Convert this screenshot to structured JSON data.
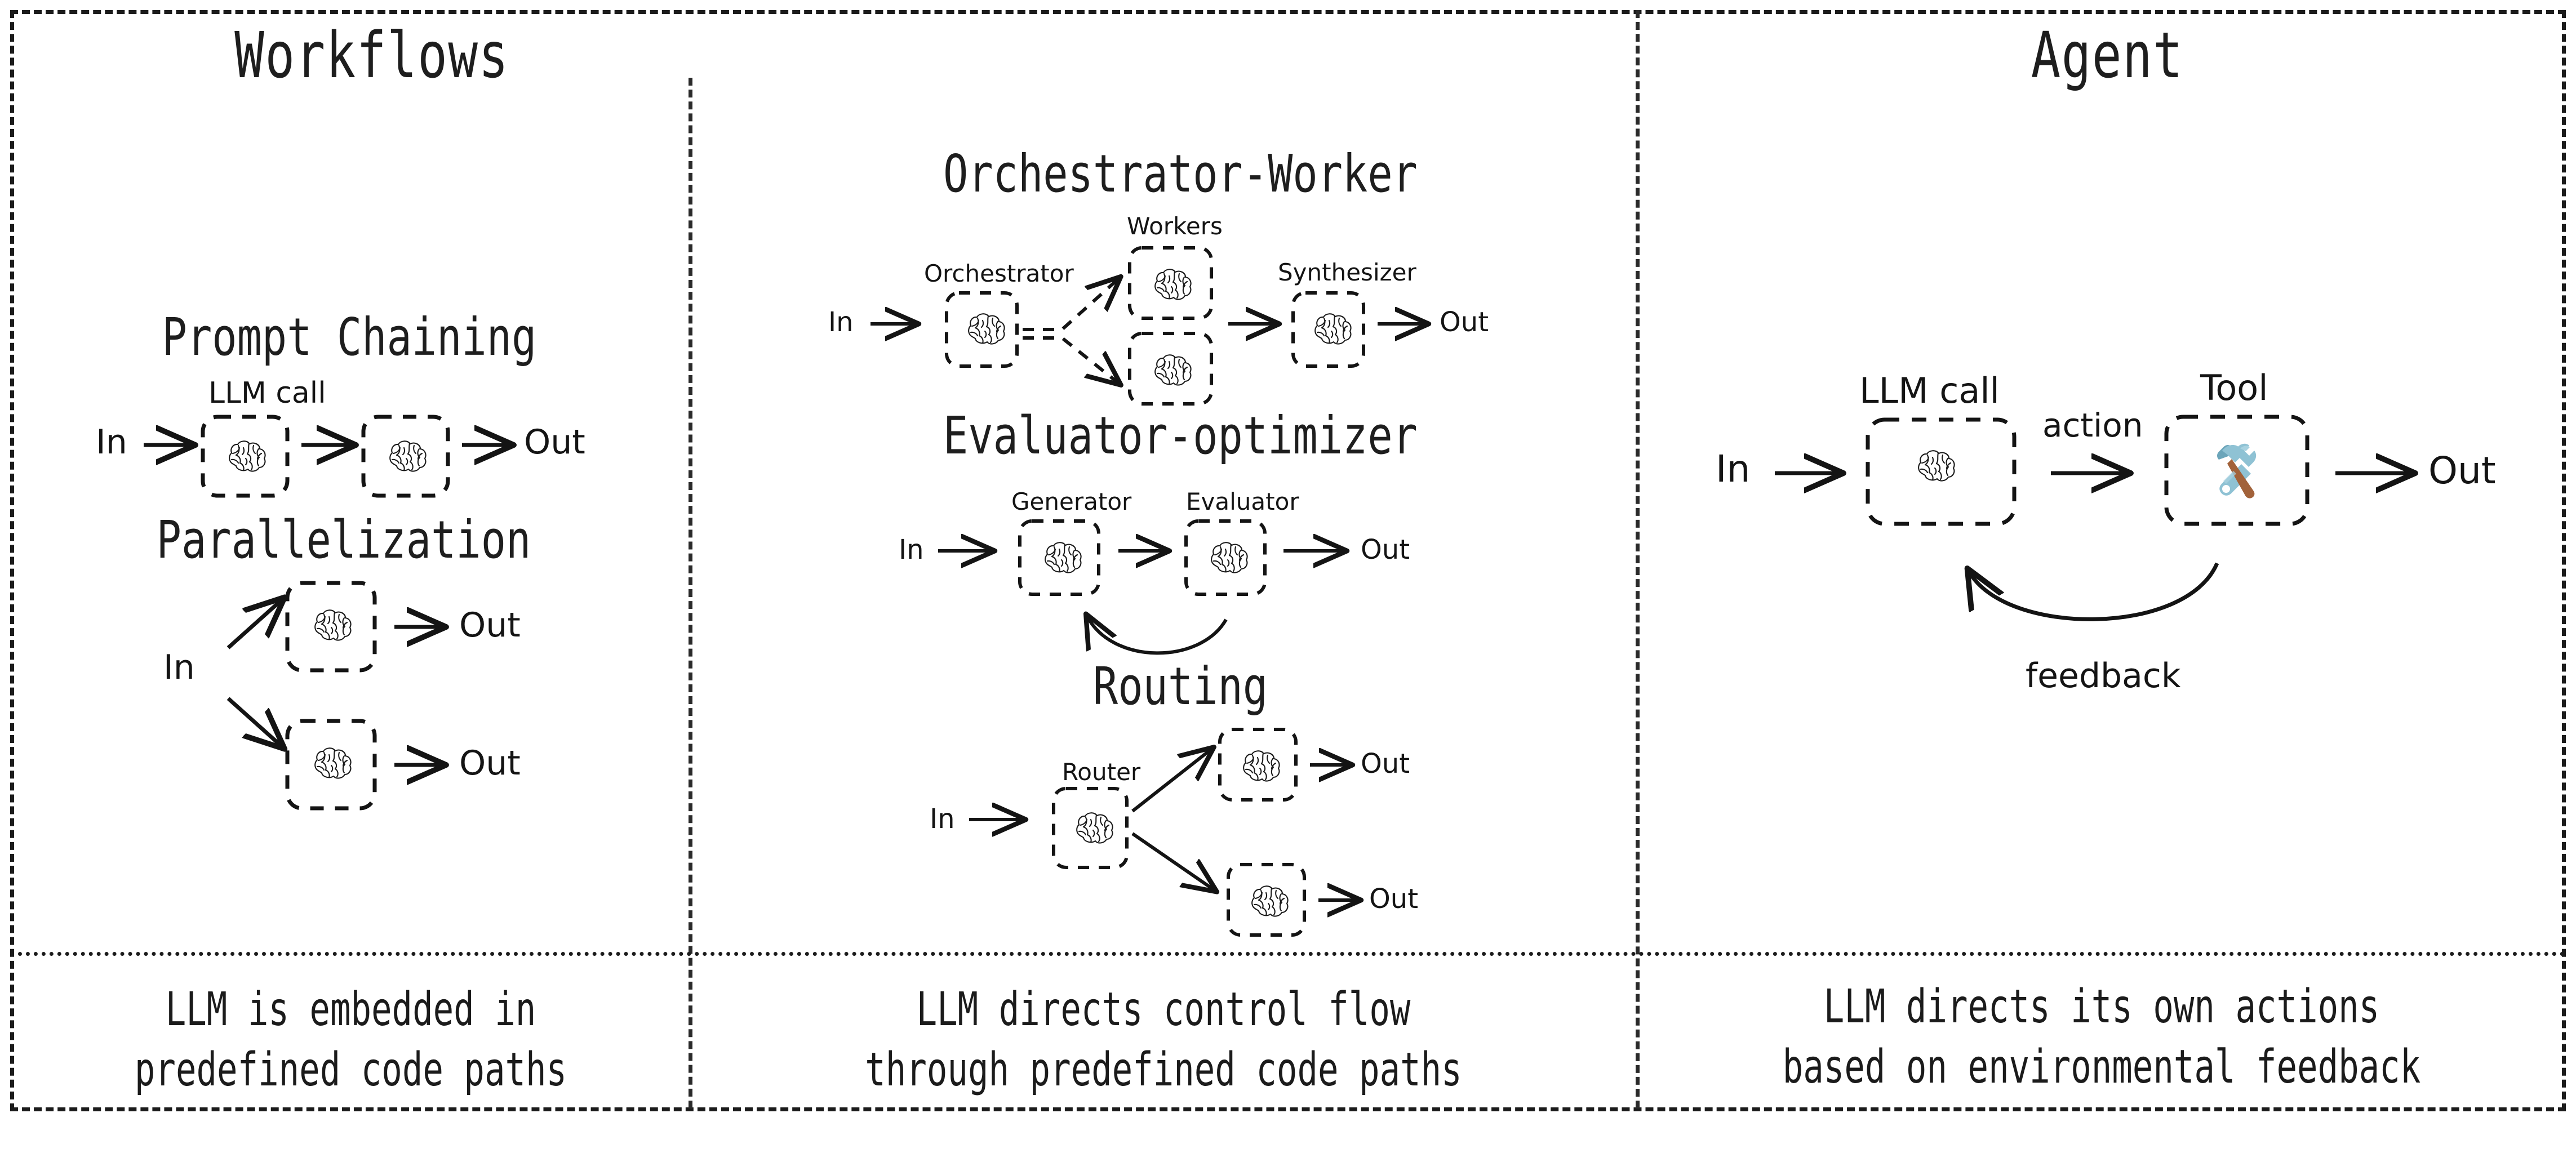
{
  "columns": [
    {
      "id": "workflows",
      "title": "Workflows",
      "caption_lines": [
        "LLM is embedded in",
        "predefined code paths"
      ]
    },
    {
      "id": "workflows-mid",
      "title": "",
      "caption_lines": [
        "LLM directs control flow",
        "through predefined code paths"
      ]
    },
    {
      "id": "agent",
      "title": "Agent",
      "caption_lines": [
        "LLM directs its own actions",
        "based on environmental feedback"
      ]
    }
  ],
  "labels": {
    "in": "In",
    "out": "Out",
    "llm_call": "LLM call"
  },
  "panels": {
    "prompt_chaining": {
      "title": "Prompt Chaining",
      "in": "In",
      "out": "Out",
      "box_label": "LLM call",
      "node_icons": [
        "brain-icon",
        "brain-icon"
      ]
    },
    "parallelization": {
      "title": "Parallelization",
      "in": "In",
      "out_top": "Out",
      "out_bottom": "Out",
      "node_icons": [
        "brain-icon",
        "brain-icon"
      ]
    },
    "orchestrator_worker": {
      "title": "Orchestrator-Worker",
      "in": "In",
      "out": "Out",
      "orchestrator_label": "Orchestrator",
      "workers_label": "Workers",
      "synthesizer_label": "Synthesizer",
      "node_icons": [
        "brain-icon",
        "brain-icon",
        "brain-icon",
        "brain-icon"
      ]
    },
    "evaluator_optimizer": {
      "title": "Evaluator-optimizer",
      "in": "In",
      "out": "Out",
      "generator_label": "Generator",
      "evaluator_label": "Evaluator",
      "node_icons": [
        "brain-icon",
        "brain-icon"
      ]
    },
    "routing": {
      "title": "Routing",
      "in": "In",
      "out_top": "Out",
      "out_bottom": "Out",
      "router_label": "Router",
      "node_icons": [
        "brain-icon",
        "brain-icon",
        "brain-icon"
      ]
    },
    "agent": {
      "title": "Agent",
      "in": "In",
      "out": "Out",
      "llm_label": "LLM call",
      "tool_label": "Tool",
      "action_label": "action",
      "feedback_label": "feedback",
      "node_icons": [
        "brain-icon",
        "tools-icon"
      ]
    }
  },
  "colors": {
    "ink": "#1b1b1b",
    "tool_metal": "#8fc2d4",
    "tool_metal_dark": "#6ba5ba",
    "tool_handle": "#a2623a",
    "background": "#ffffff"
  }
}
